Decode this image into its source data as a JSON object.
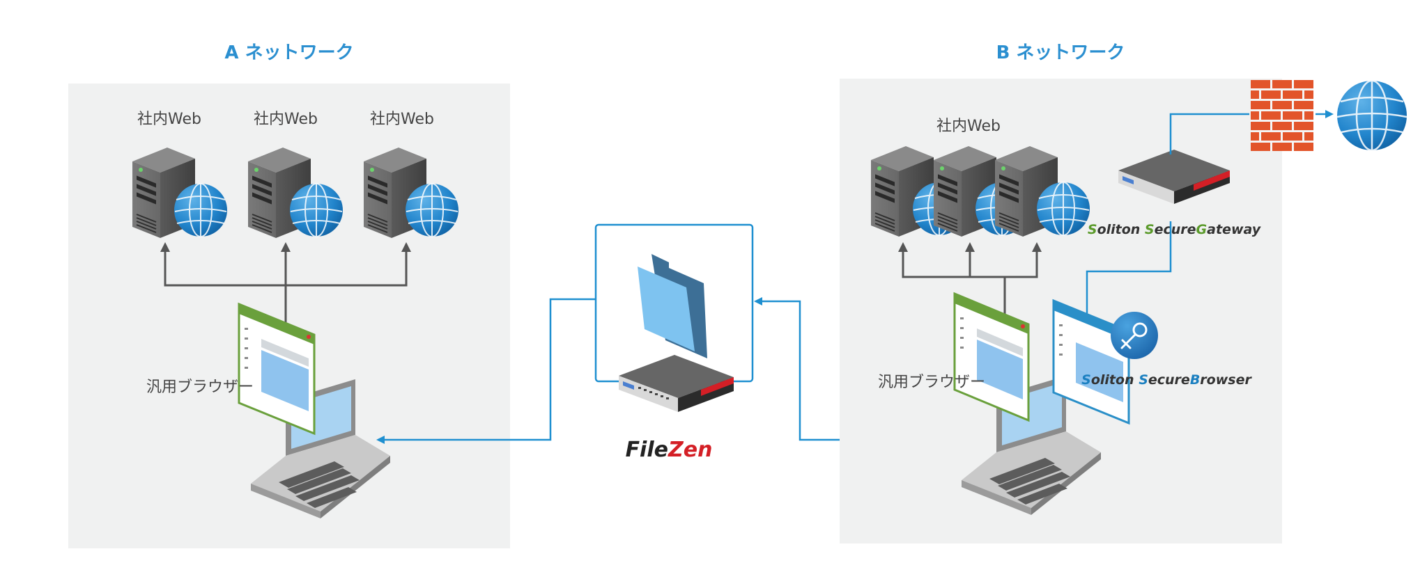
{
  "network_a": {
    "title": "A ネットワーク",
    "servers": [
      {
        "label": "社内Web"
      },
      {
        "label": "社内Web"
      },
      {
        "label": "社内Web"
      }
    ],
    "browser_label": "汎用ブラウザー"
  },
  "network_b": {
    "title": "B ネットワーク",
    "server_label": "社内Web",
    "browser_label": "汎用ブラウザー",
    "gateway": {
      "initial": "S",
      "prefix": "oliton ",
      "s2": "S",
      "mid": "ecure",
      "g": "G",
      "rest": "ateway"
    },
    "secure_browser": {
      "initial": "S",
      "prefix": "oliton ",
      "s2": "S",
      "mid": "ecure",
      "b": "B",
      "rest": "rowser"
    }
  },
  "filezen": {
    "part1": "File",
    "part2": "Zen"
  },
  "colors": {
    "title_blue": "#2b8fd0",
    "panel_bg": "#f0f1f1",
    "line_blue": "#1e8fd0",
    "line_gray": "#555555",
    "text_gray": "#444444",
    "browser_green": "#6aa03c",
    "browser_blue": "#2a8fc8",
    "firewall_orange": "#e2542a",
    "gateway_green": "#5a9a2a",
    "logo_blue": "#1a7fc0"
  },
  "icons": [
    "server-icon",
    "globe-icon",
    "browser-window-icon",
    "laptop-icon",
    "folder-icon",
    "appliance-icon",
    "firewall-icon",
    "key-icon"
  ]
}
